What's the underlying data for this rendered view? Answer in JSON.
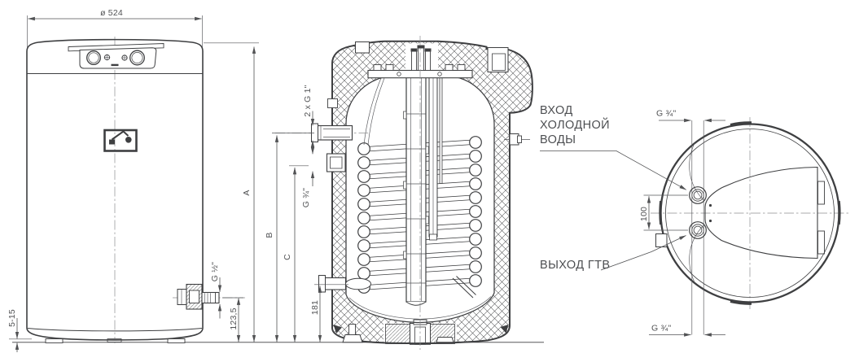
{
  "drawing_title": "water-heater-dimensional-drawing",
  "colors": {
    "line": "#3e3f41",
    "dim": "#515254",
    "background": "#ffffff"
  },
  "front": {
    "diameter": "ø 524",
    "feet_range": "5-15",
    "drain_thread": "G ½\"",
    "drain_height": "123,5"
  },
  "section": {
    "dim_a": "A",
    "dim_b": "B",
    "dim_c": "C",
    "coil_thread": "2 x G 1\"",
    "circ_thread": "G ¾\"",
    "inlet_height": "181"
  },
  "top": {
    "inlet_l1": "ВХОД",
    "inlet_l2": "ХОЛОДНОЙ",
    "inlet_l3": "ВОДЫ",
    "outlet": "ВЫХОД ГТВ",
    "thread_top": "G ¾\"",
    "thread_bottom": "G ¾\"",
    "spacing": "100"
  }
}
